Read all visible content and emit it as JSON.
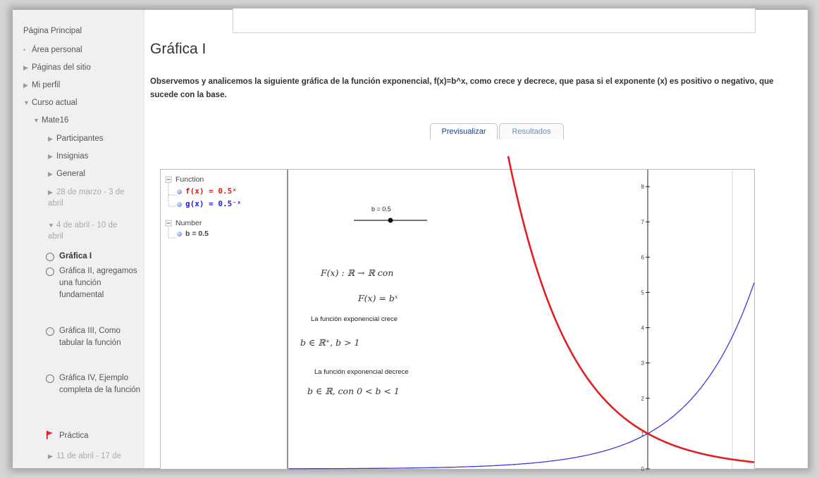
{
  "sidebar": {
    "home": "Página Principal",
    "area_personal": "Área personal",
    "paginas_sitio": "Páginas del sitio",
    "mi_perfil": "Mi perfil",
    "curso_actual": "Curso actual",
    "course": "Mate16",
    "participantes": "Participantes",
    "insignias": "Insignias",
    "general": "General",
    "week1": "28 de marzo - 3 de abril",
    "week2": "4 de abril - 10 de abril",
    "activities": [
      "Gráfica I",
      "Gráfica II, agregamos una función fundamental",
      "Gráfica III, Como tabular la función",
      "Gráfica IV, Ejemplo completa de la función",
      "Práctica"
    ],
    "week3": "11 de abril - 17 de"
  },
  "main": {
    "title": "Gráfica I",
    "description": "Observemos y analicemos la siguiente gráfica de la función exponencial, f(x)=b^x, como crece y decrece, que pasa si el exponente (x) es positivo o negativo, que sucede con la base.",
    "tab_preview": "Previsualizar",
    "tab_results": "Resultados"
  },
  "applet": {
    "tree_function": "Function",
    "f_label": "f(x) = 0.5ˣ",
    "g_label": "g(x) = 0.5⁻ˣ",
    "tree_number": "Number",
    "b_label": "b = 0.5",
    "slider_label": "b = 0.5",
    "slider_value": 0.5,
    "expr_def": "F(x) : ℝ → ℝ  con",
    "expr_formula": "F(x) = bˣ",
    "text_grows": "La función exponencial crece",
    "expr_grows": "b ∈ ℝ⁺,  b > 1",
    "text_decreases": "La función exponencial decrece",
    "expr_decreases": "b ∈ ℝ,  con 0 < b < 1",
    "colors": {
      "f": "#e02020",
      "g": "#3a3adc",
      "f_label": "#d42020",
      "g_label": "#2222cc"
    }
  },
  "chart_data": {
    "type": "line",
    "b": 0.5,
    "x_range": [
      -8.1,
      2.4
    ],
    "ylim": [
      0,
      8.3
    ],
    "y_ticks": [
      0,
      1,
      2,
      3,
      4,
      5,
      6,
      7,
      8
    ],
    "series": [
      {
        "name": "f(x) = 0.5ˣ",
        "function": "0.5^x",
        "color": "#e02020"
      },
      {
        "name": "g(x) = 0.5⁻ˣ",
        "function": "0.5^-x",
        "color": "#3a3adc"
      }
    ]
  }
}
